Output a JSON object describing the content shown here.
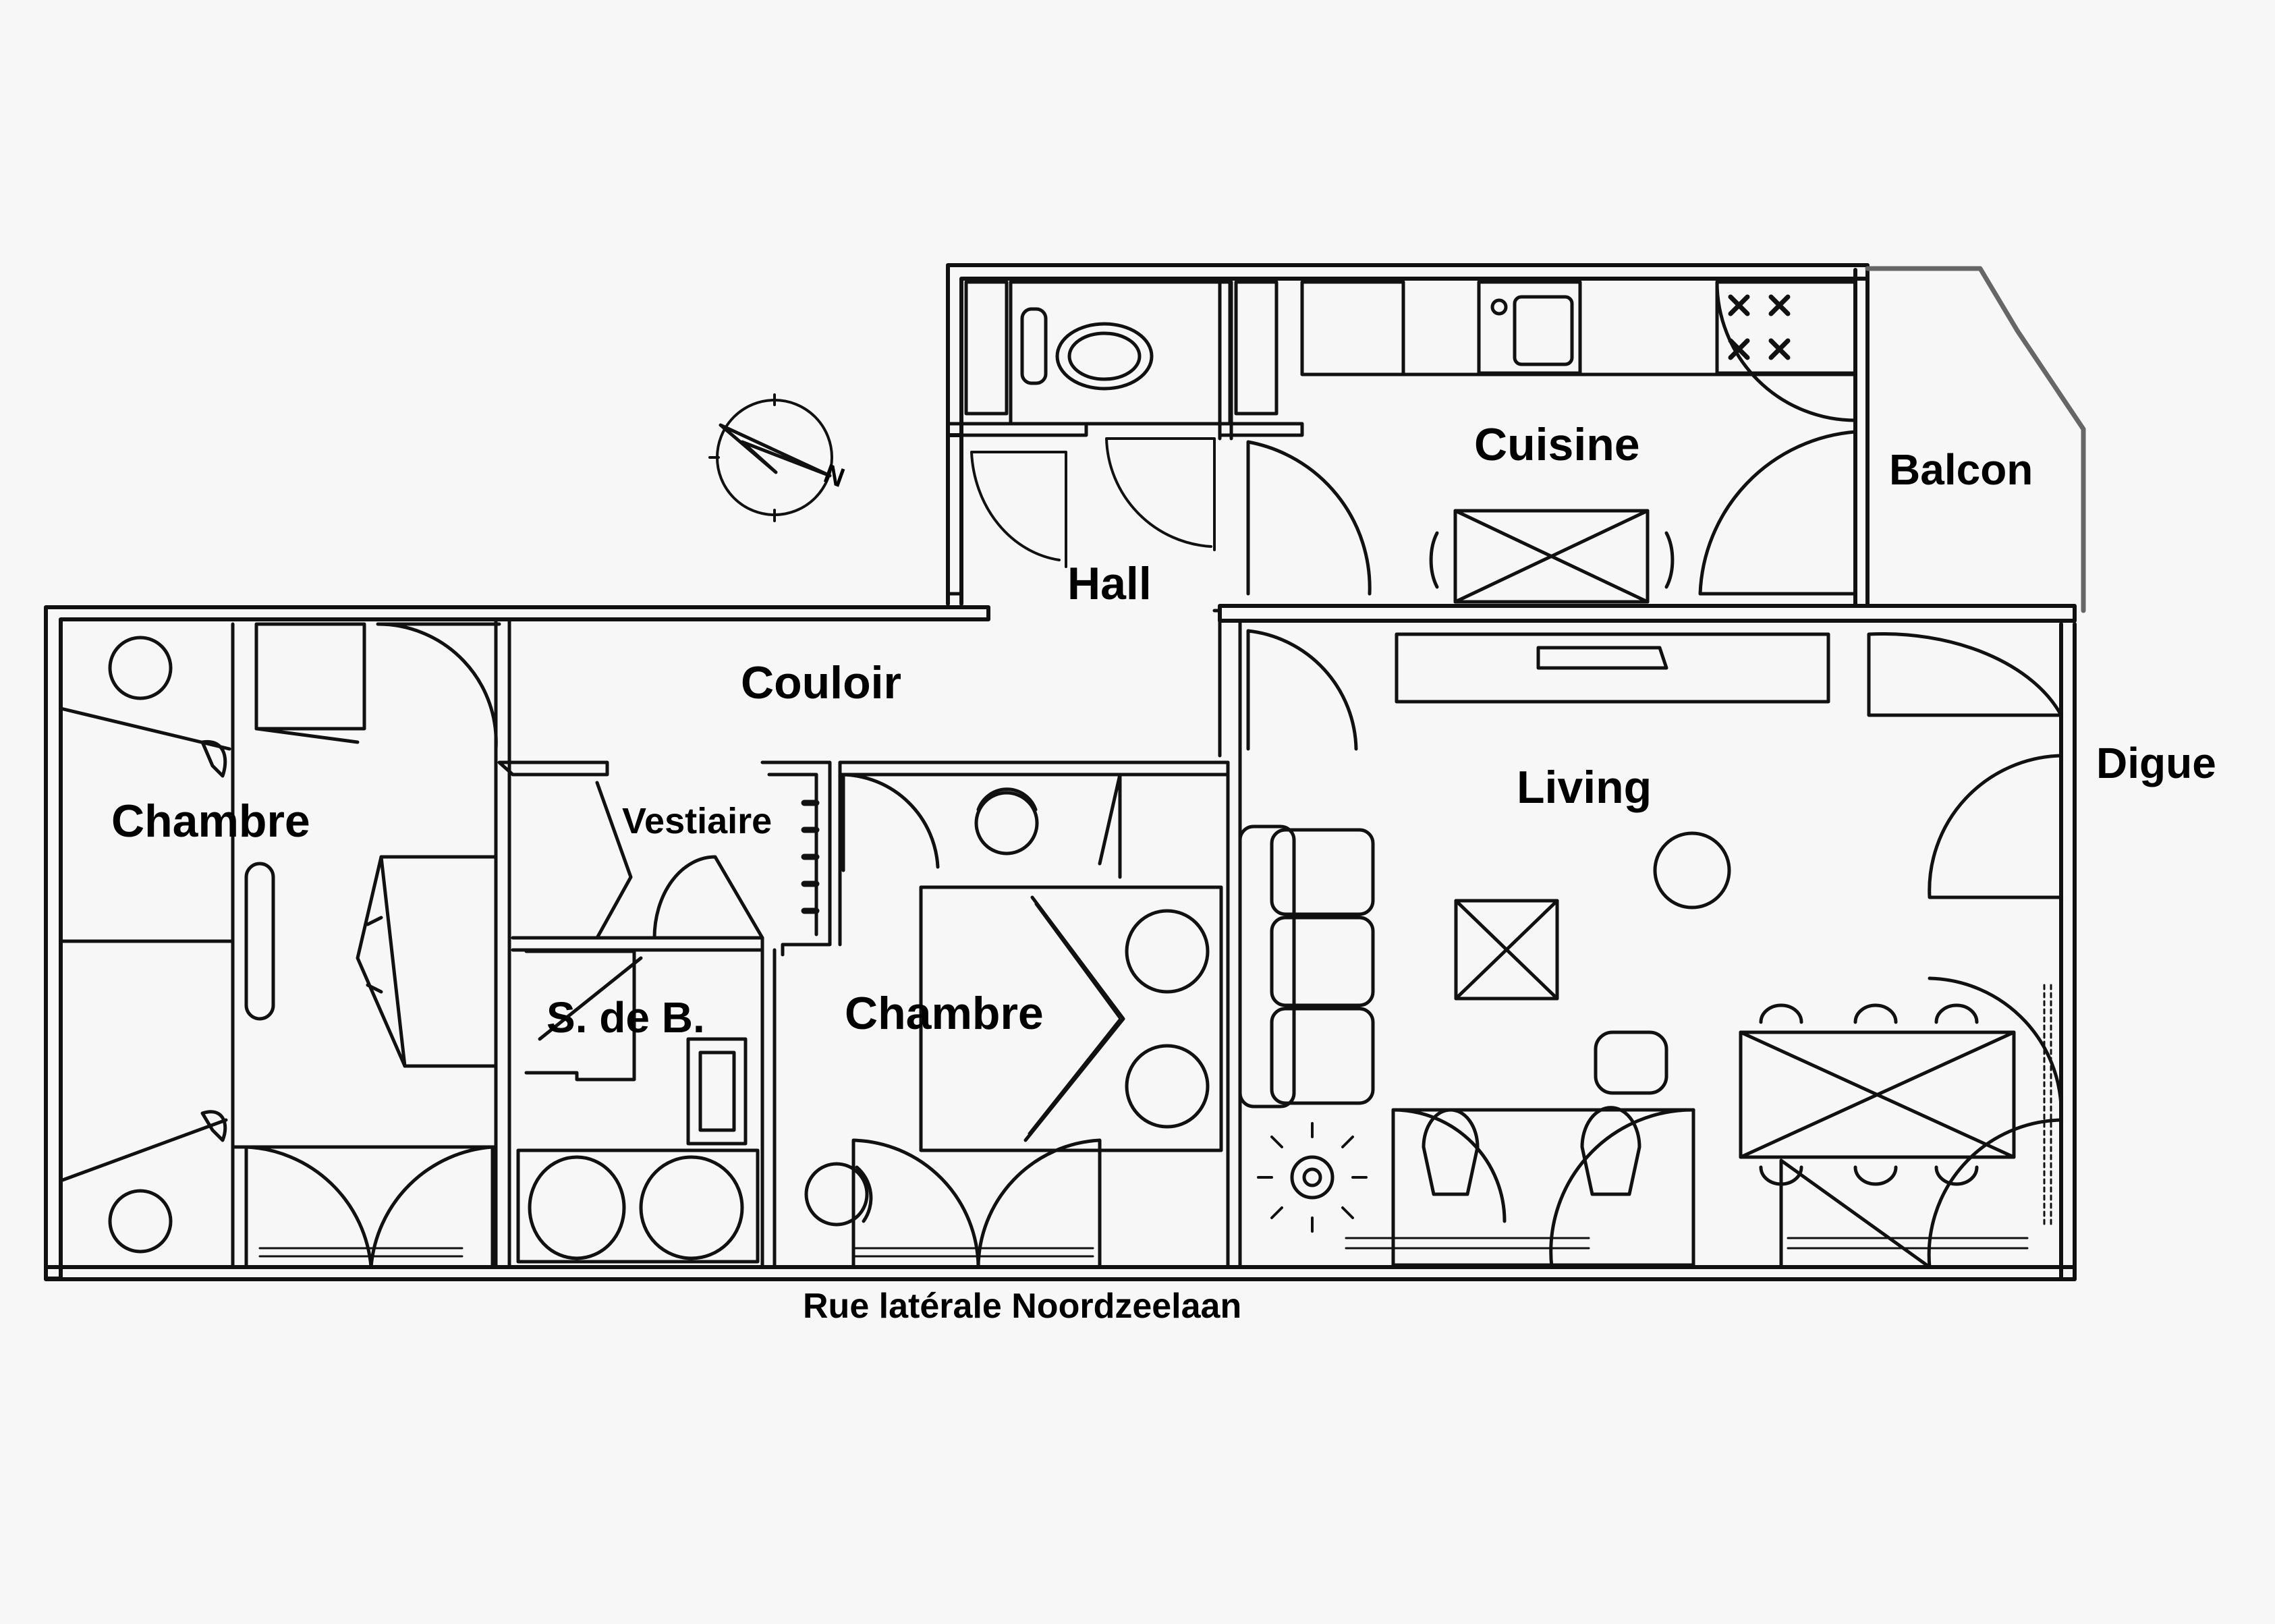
{
  "rooms": {
    "chambre_left": "Chambre",
    "couloir": "Couloir",
    "hall": "Hall",
    "cuisine": "Cuisine",
    "balcon": "Balcon",
    "living": "Living",
    "digue": "Digue",
    "vestiaire": "Vestiaire",
    "sdb": "S. de B.",
    "chambre_mid": "Chambre"
  },
  "street_label": "Rue latérale Noordzeelaan",
  "compass": {
    "north_letter": "N"
  },
  "colors": {
    "ink": "#111111",
    "paper": "#f7f7f7",
    "wall_fill": "#ffffff"
  }
}
